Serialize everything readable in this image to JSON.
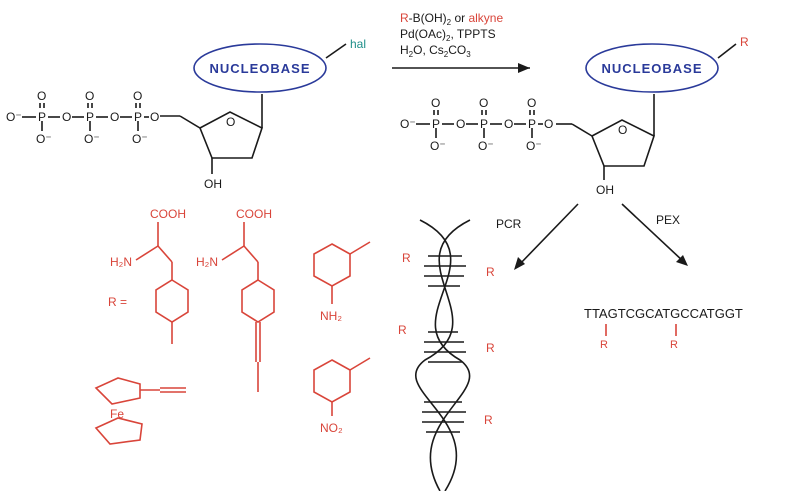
{
  "left_nucleotide": {
    "base_label": "NUCLEOBASE",
    "substituent": "hal",
    "oh_label": "OH",
    "p_label": "P",
    "o_label": "O",
    "o_minus_label": "O⁻"
  },
  "reaction_conditions": {
    "line1_prefix": "R",
    "line1_mid": "-B(OH)",
    "line1_sub": "2",
    "line1_or": " or ",
    "line1_alkyne": "alkyne",
    "line2": "Pd(OAc)",
    "line2_sub": "2",
    "line2_end": ", TPPTS",
    "line3": "H",
    "line3_sub1": "2",
    "line3_mid": "O, Cs",
    "line3_sub2": "2",
    "line3_end": "CO",
    "line3_sub3": "3"
  },
  "right_nucleotide": {
    "base_label": "NUCLEOBASE",
    "substituent": "R",
    "oh_label": "OH"
  },
  "pcr_label": "PCR",
  "pex_label": "PEX",
  "sequence": "TTAGTCGCATGCCATGGT",
  "sequence_marks": [
    "R",
    "R"
  ],
  "r_groups": {
    "r_equals": "R =",
    "cooh": "COOH",
    "h2n": "H₂N",
    "nh2": "NH₂",
    "no2": "NO₂",
    "fe": "Fe"
  },
  "dna_labels": [
    "R",
    "R",
    "R",
    "R",
    "R"
  ],
  "colors": {
    "black": "#1a1a1a",
    "red": "#d9453a",
    "teal": "#1f8f8a",
    "navy": "#2a3a9a"
  }
}
